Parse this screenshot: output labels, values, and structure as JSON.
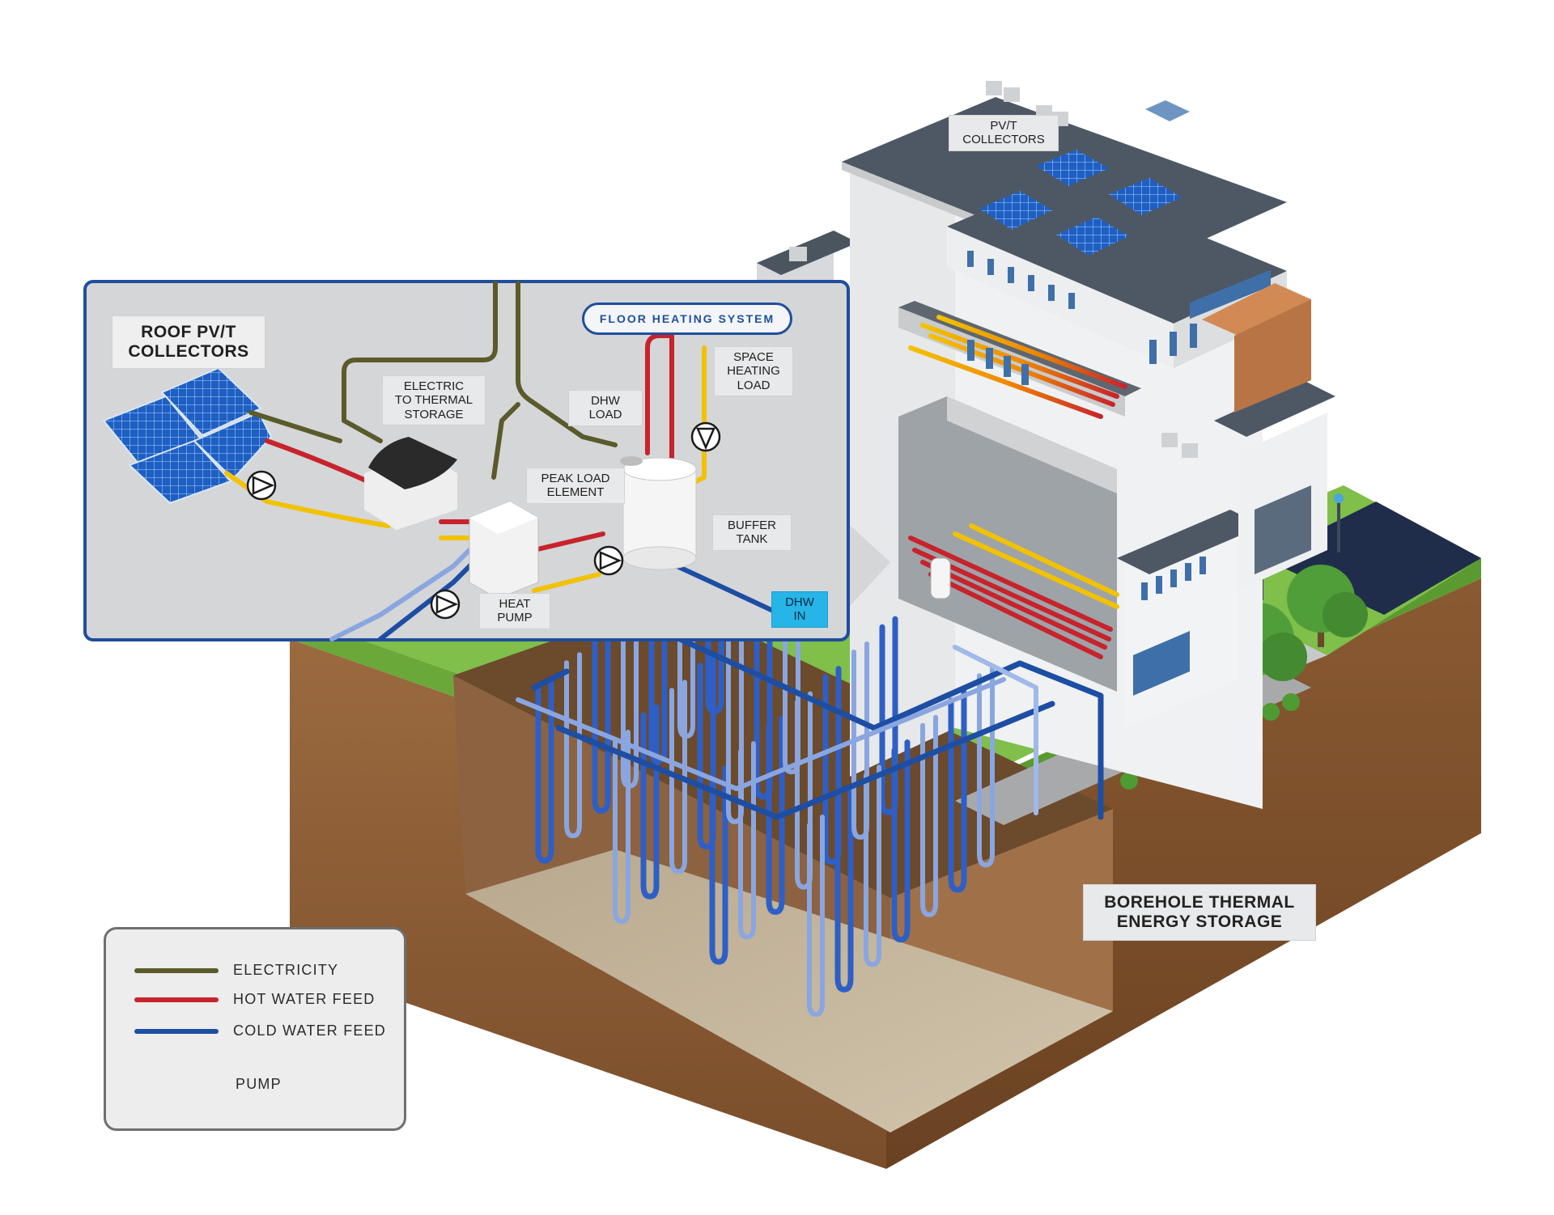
{
  "labels": {
    "pvt_collectors": "PV/T\nCOLLECTORS",
    "roof_pvt": "ROOF PV/T\nCOLLECTORS",
    "electric_thermal": "ELECTRIC\nTO THERMAL\nSTORAGE",
    "floor_heating": "FLOOR HEATING SYSTEM",
    "dhw_load": "DHW\nLOAD",
    "space_heating": "SPACE\nHEATING\nLOAD",
    "peak_load": "PEAK LOAD\nELEMENT",
    "buffer_tank": "BUFFER\nTANK",
    "heat_pump": "HEAT\nPUMP",
    "dhw_in": "DHW\nIN",
    "borehole": "BOREHOLE THERMAL\nENERGY STORAGE"
  },
  "legend": [
    {
      "label": "ELECTRICITY",
      "color": "#5b5a2b",
      "icon": "line"
    },
    {
      "label": "HOT WATER FEED",
      "color": "#c8232c",
      "icon": "line"
    },
    {
      "label": "COLD WATER FEED",
      "color": "#1d4ea3",
      "icon": "line"
    },
    {
      "label": "PUMP",
      "color": "#1a1a1a",
      "icon": "pump-icon"
    }
  ],
  "colors": {
    "electricity": "#5b5a2b",
    "hot": "#c8232c",
    "cold": "#1d4ea3",
    "warm": "#f2c200",
    "inset_border": "#1f4e9c",
    "dhw_box": "#26b5e6"
  }
}
